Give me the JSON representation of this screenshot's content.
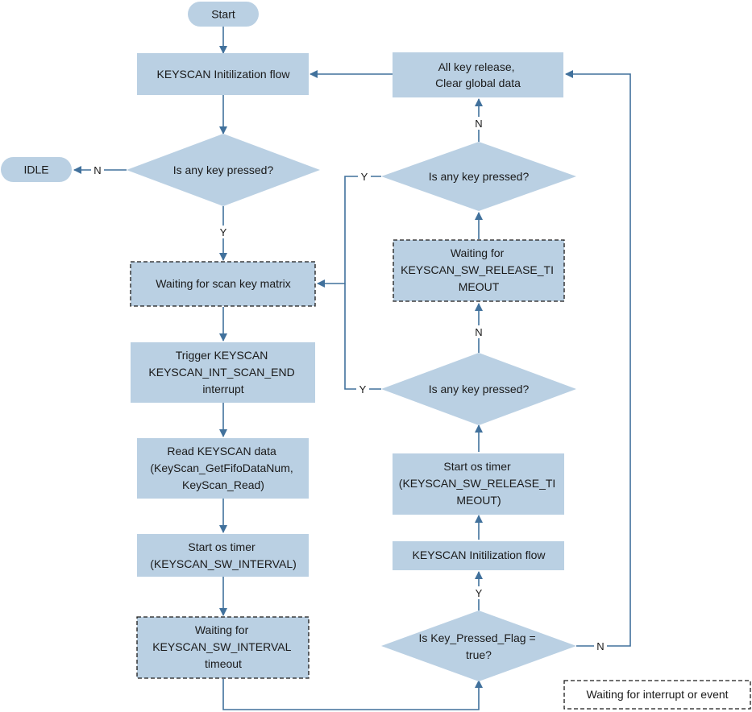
{
  "nodes": {
    "start": "Start",
    "init_flow": "KEYSCAN Initilization flow",
    "idle": "IDLE",
    "key_pressed_1": "Is any key pressed?",
    "wait_scan": "Waiting for scan key matrix",
    "trigger": [
      "Trigger KEYSCAN",
      "KEYSCAN_INT_SCAN_END",
      "interrupt"
    ],
    "read_data": [
      "Read KEYSCAN data",
      "(KeyScan_GetFifoDataNum,",
      "KeyScan_Read)"
    ],
    "start_timer_interval": [
      "Start os timer",
      "(KEYSCAN_SW_INTERVAL)"
    ],
    "wait_interval": [
      "Waiting for",
      "KEYSCAN_SW_INTERVAL",
      "timeout"
    ],
    "all_release": [
      "All key release,",
      "Clear global data"
    ],
    "key_pressed_top": "Is any key pressed?",
    "wait_release": [
      "Waiting for",
      "KEYSCAN_SW_RELEASE_TI",
      "MEOUT"
    ],
    "key_pressed_mid": "Is any key pressed?",
    "start_timer_release": [
      "Start os timer",
      "(KEYSCAN_SW_RELEASE_TI",
      "MEOUT)"
    ],
    "init_flow_2": "KEYSCAN Initilization flow",
    "flag_check": [
      "Is Key_Pressed_Flag =",
      "true?"
    ]
  },
  "edge_labels": {
    "n": "N",
    "y": "Y"
  },
  "legend": "Waiting for interrupt or event",
  "colors": {
    "fill": "#bad0e3",
    "edge": "#41719c",
    "text": "#1a1a1a"
  }
}
